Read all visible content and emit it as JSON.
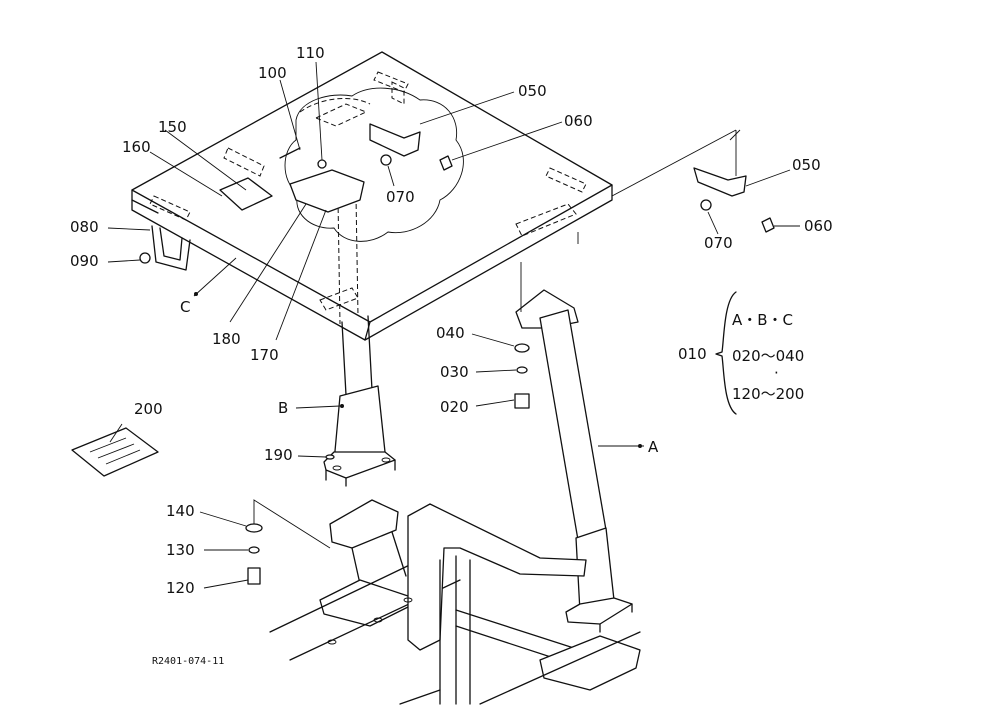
{
  "parts": {
    "p010": "010",
    "p020": "020",
    "p030": "030",
    "p040": "040",
    "p050a": "050",
    "p050b": "050",
    "p060a": "060",
    "p060b": "060",
    "p070a": "070",
    "p070b": "070",
    "p080": "080",
    "p090": "090",
    "p100": "100",
    "p110": "110",
    "p120": "120",
    "p130": "130",
    "p140": "140",
    "p150": "150",
    "p160": "160",
    "p170": "170",
    "p180": "180",
    "p190": "190",
    "p200": "200"
  },
  "refs": {
    "a": "A",
    "b": "B",
    "c": "C"
  },
  "assembly": {
    "line1": "A・B・C",
    "line2": "020～040",
    "line3": "120～200"
  },
  "figure_code": "R2401-074-11"
}
